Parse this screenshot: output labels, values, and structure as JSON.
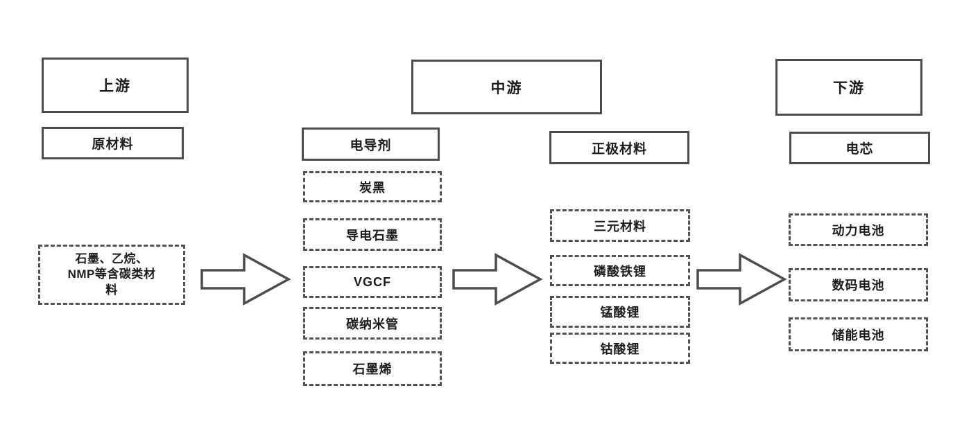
{
  "colors": {
    "line": "#4d4d4d",
    "text": "#1c1c1c",
    "background": "#ffffff"
  },
  "stages": {
    "upstream": "上游",
    "midstream": "中游",
    "downstream": "下游"
  },
  "categories": {
    "raw_materials": "原材料",
    "conductive_agent": "电导剂",
    "cathode_materials": "正极材料",
    "cell": "电芯"
  },
  "raw_material_item": {
    "lines": [
      "石墨、乙烷、",
      "NMP等含碳类材",
      "料"
    ]
  },
  "conductive_agent_items": [
    "炭黑",
    "导电石墨",
    "VGCF",
    "碳纳米管",
    "石墨烯"
  ],
  "cathode_items": [
    "三元材料",
    "磷酸铁锂",
    "锰酸锂",
    "钴酸锂"
  ],
  "cell_items": [
    "动力电池",
    "数码电池",
    "储能电池"
  ]
}
